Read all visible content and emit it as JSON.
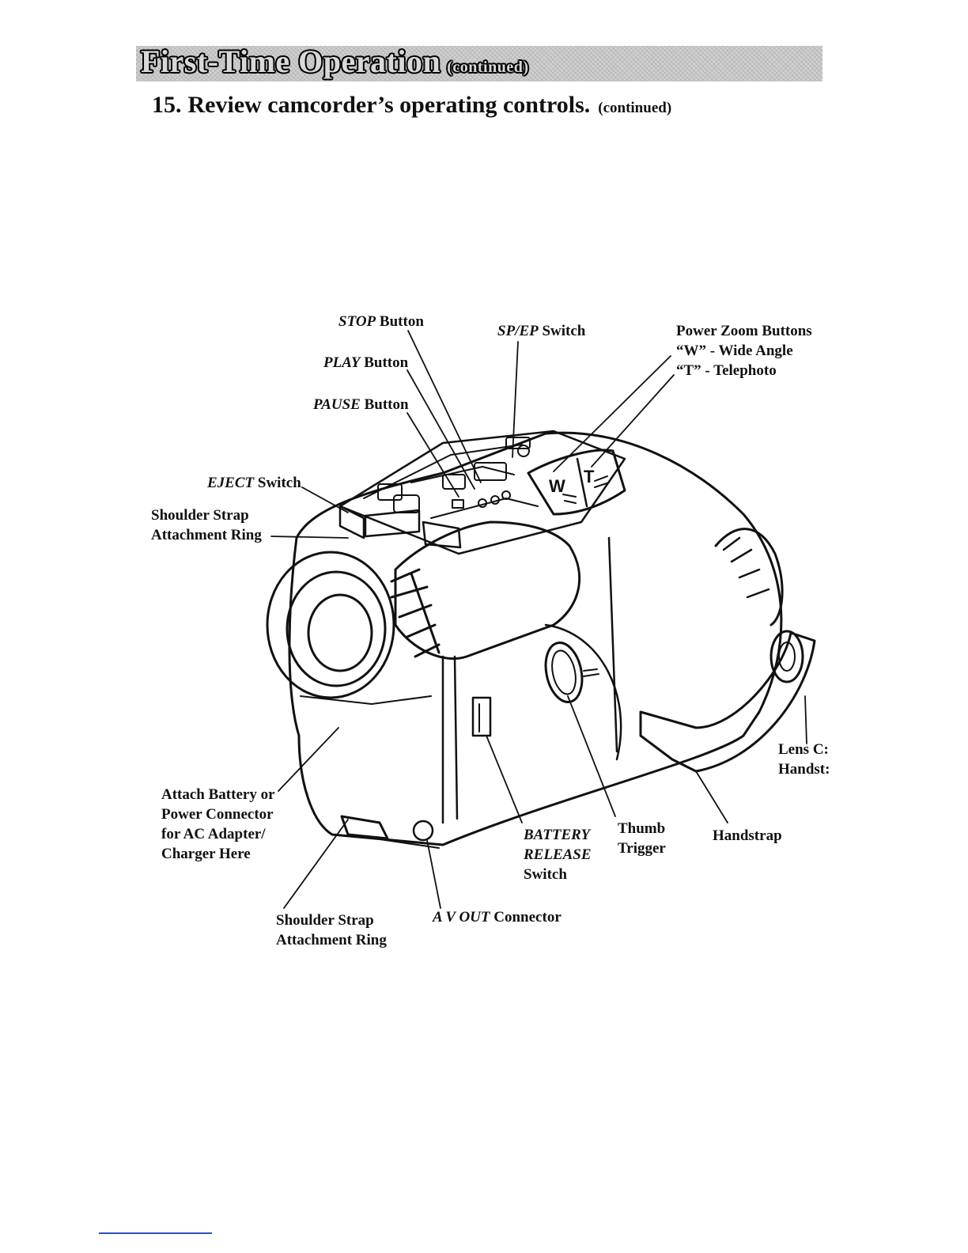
{
  "banner": {
    "title": "First-Time Operation",
    "subtitle": "(continued)"
  },
  "heading": {
    "number": "15.",
    "text": "Review camcorder’s operating controls.",
    "continued": "(continued)"
  },
  "labels": {
    "stop": {
      "em": "STOP",
      "rest": " Button"
    },
    "play": {
      "em": "PLAY",
      "rest": " Button"
    },
    "pause": {
      "em": "PAUSE",
      "rest": " Button"
    },
    "spep": {
      "em": "SP/EP",
      "rest": " Switch"
    },
    "zoom": {
      "line1": "Power Zoom Buttons",
      "line2": "“W” - Wide Angle",
      "line3": "“T” - Telephoto"
    },
    "eject": {
      "em": "EJECT",
      "rest": " Switch"
    },
    "shoulder_top": {
      "line1": "Shoulder Strap",
      "line2": "Attachment Ring"
    },
    "battery_attach": {
      "line1": "Attach Battery or",
      "line2": "Power Connector",
      "line3": "for AC Adapter/",
      "line4": "Charger Here"
    },
    "battery_release": {
      "line1": "BATTERY",
      "line2": "RELEASE",
      "line3": "Switch"
    },
    "thumb": {
      "line1": "Thumb",
      "line2": "Trigger"
    },
    "handstrap": "Handstrap",
    "lens_cap": {
      "line1": "Lens C:",
      "line2": "Handst:"
    },
    "shoulder_bottom": {
      "line1": "Shoulder Strap",
      "line2": "Attachment Ring"
    },
    "avout": {
      "em": "A V OUT",
      "rest": " Connector"
    }
  },
  "camera_controls": {
    "zoom_w": "W",
    "zoom_t": "T"
  },
  "colors": {
    "footer_rule": "#2b4fb5"
  }
}
